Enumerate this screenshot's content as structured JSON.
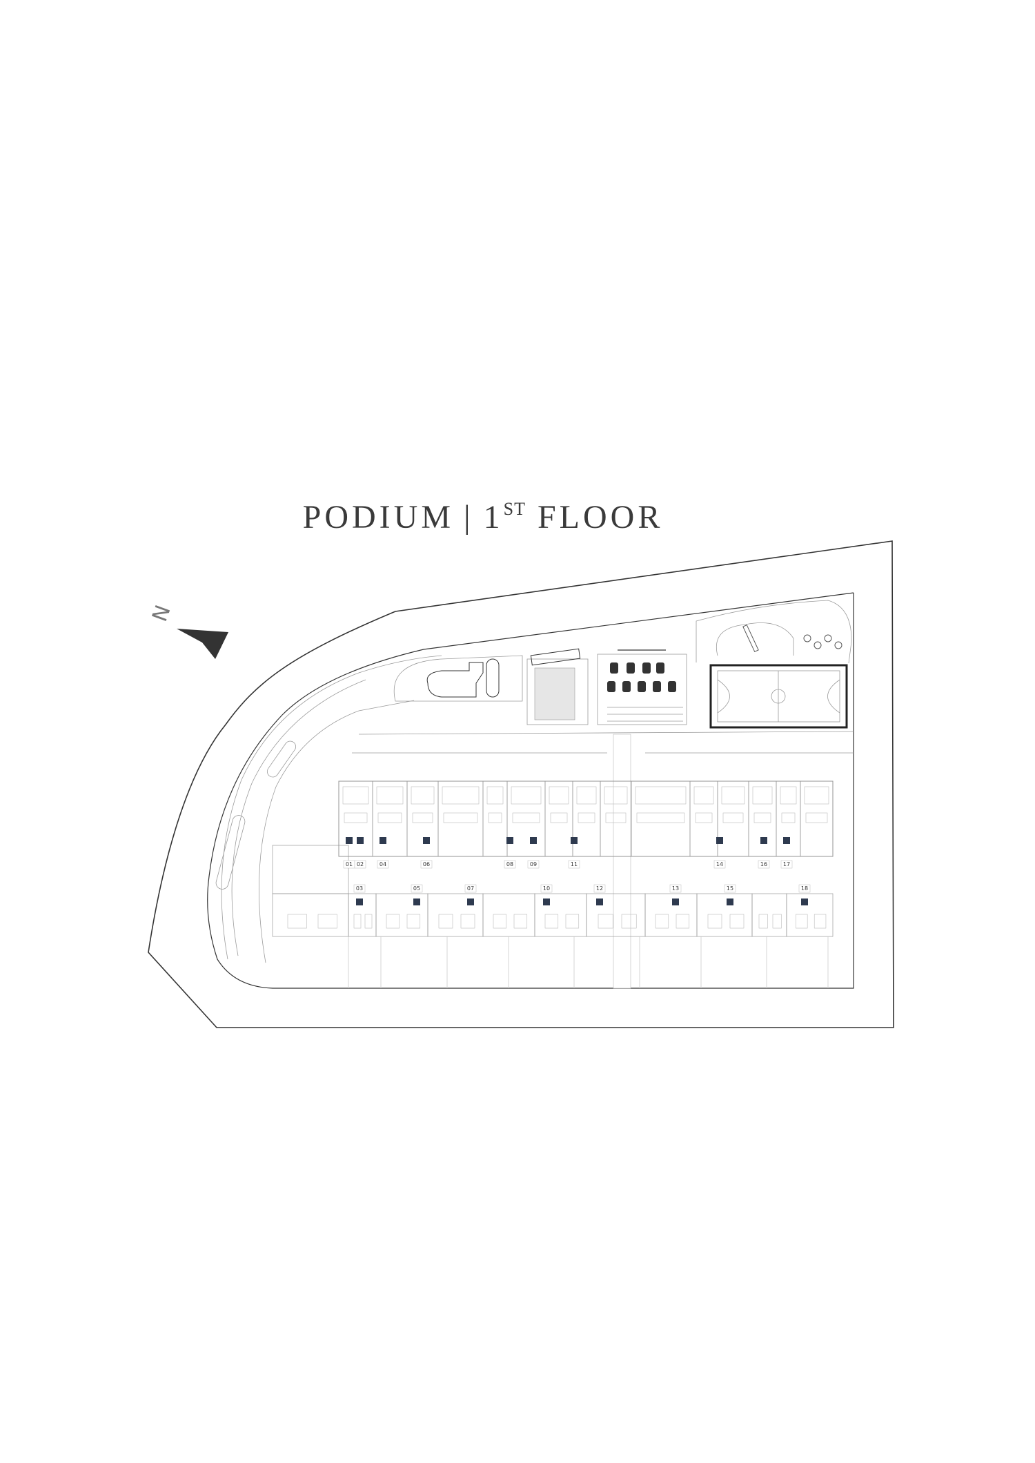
{
  "title": {
    "part1": "PODIUM",
    "separator": "|",
    "floor_number": "1",
    "floor_suffix": "ST",
    "part2": "FLOOR"
  },
  "north_arrow": {
    "letter": "N",
    "icon": "north-arrow-icon"
  },
  "units": {
    "upper_row": [
      "01",
      "02",
      "04",
      "06",
      "08",
      "09",
      "11",
      "14",
      "16",
      "17"
    ],
    "lower_row": [
      "03",
      "05",
      "07",
      "10",
      "12",
      "13",
      "15",
      "18"
    ]
  },
  "colors": {
    "line": "#333333",
    "marker": "#2e3a4f",
    "title": "#3a3a3a"
  }
}
